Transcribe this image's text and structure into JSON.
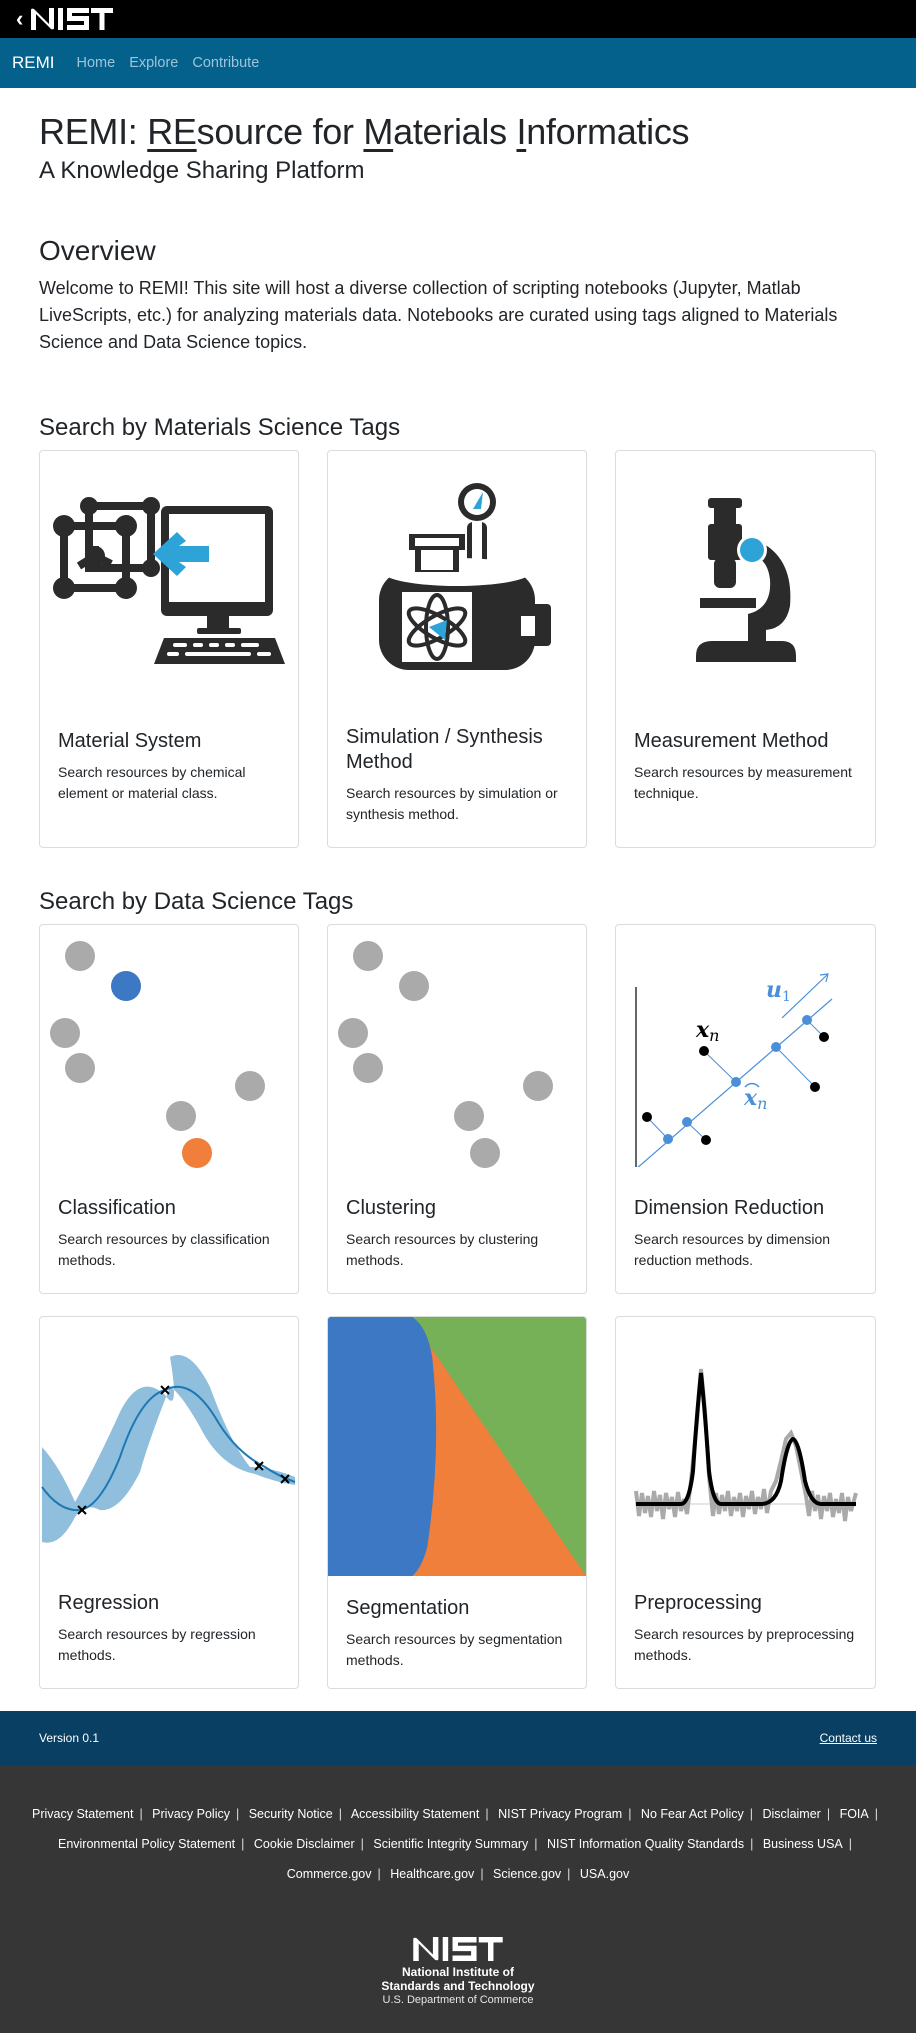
{
  "topbar": {
    "back_icon": "chevron-left-icon",
    "logo_text": "NIST"
  },
  "navbar": {
    "brand": "REMI",
    "links": [
      {
        "label": "Home"
      },
      {
        "label": "Explore"
      },
      {
        "label": "Contribute"
      }
    ]
  },
  "header": {
    "title_parts": [
      "REMI: ",
      "RE",
      "source for ",
      "M",
      "aterials ",
      "I",
      "nformatics"
    ],
    "subtitle": "A Knowledge Sharing Platform"
  },
  "overview": {
    "heading": "Overview",
    "text": "Welcome to REMI! This site will host a diverse collection of scripting notebooks (Jupyter, Matlab LiveScripts, etc.) for analyzing materials data. Notebooks are curated using tags aligned to Materials Science and Data Science topics."
  },
  "materials_section": {
    "heading": "Search by Materials Science Tags",
    "cards": [
      {
        "title": "Material System",
        "text": "Search resources by chemical element or material class.",
        "icon": "crystal-lattice-computer-icon"
      },
      {
        "title": "Simulation / Synthesis Method",
        "text": "Search resources by simulation or synthesis method.",
        "icon": "reactor-vessel-icon"
      },
      {
        "title": "Measurement Method",
        "text": "Search resources by measurement technique.",
        "icon": "microscope-icon"
      }
    ]
  },
  "datasci_section": {
    "heading": "Search by Data Science Tags",
    "cards": [
      {
        "title": "Classification",
        "text": "Search resources by classification methods.",
        "icon": "classification-scatter-icon"
      },
      {
        "title": "Clustering",
        "text": "Search resources by clustering methods.",
        "icon": "clustering-scatter-icon"
      },
      {
        "title": "Dimension Reduction",
        "text": "Search resources by dimension reduction methods.",
        "icon": "pca-projection-icon",
        "labels": {
          "u1": "u",
          "u1_sub": "1",
          "xn": "x",
          "xn_sub": "n"
        }
      },
      {
        "title": "Regression",
        "text": "Search resources by regression methods.",
        "icon": "gaussian-process-icon"
      },
      {
        "title": "Segmentation",
        "text": "Search resources by segmentation methods.",
        "icon": "segmentation-regions-icon"
      },
      {
        "title": "Preprocessing",
        "text": "Search resources by preprocessing methods.",
        "icon": "signal-peaks-icon"
      }
    ]
  },
  "colors": {
    "navbar": "#03618c",
    "footer_top": "#083f62",
    "footer_bottom": "#363636",
    "accent_blue": "#2ea3d8",
    "icon_dark": "#2b2b2b",
    "seg_blue": "#3c78c3",
    "seg_orange": "#f07f3c",
    "seg_green": "#76b057",
    "gray_dot": "#aaaaaa"
  },
  "footer": {
    "version": "Version 0.1",
    "contact": "Contact us",
    "links_row1": [
      "Privacy Statement",
      "Privacy Policy",
      "Security Notice",
      "Accessibility Statement",
      "NIST Privacy Program",
      "No Fear Act Policy",
      "Disclaimer",
      "FOIA"
    ],
    "links_row2": [
      "Environmental Policy Statement",
      "Cookie Disclaimer",
      "Scientific Integrity Summary",
      "NIST Information Quality Standards",
      "Business USA"
    ],
    "links_row3": [
      "Commerce.gov",
      "Healthcare.gov",
      "Science.gov",
      "USA.gov"
    ],
    "logo_text": "NIST",
    "org_line1": "National Institute of",
    "org_line2": "Standards and Technology",
    "org_line3": "U.S. Department of Commerce"
  }
}
